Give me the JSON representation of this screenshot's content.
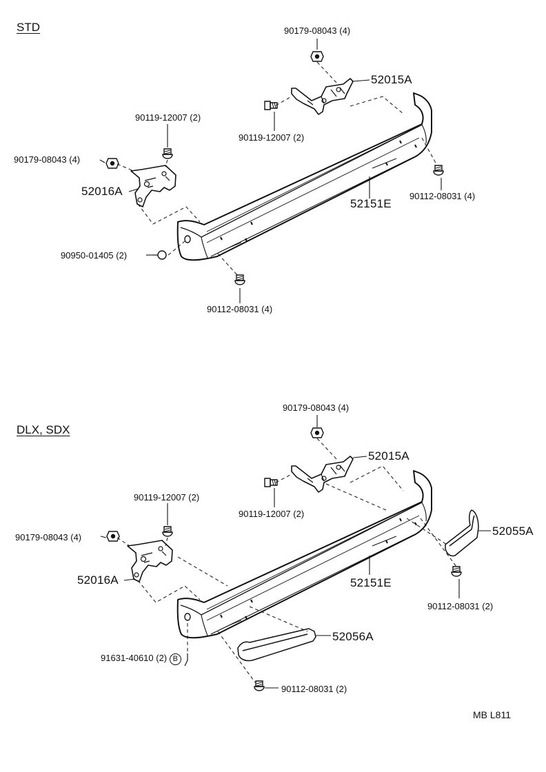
{
  "sections": [
    {
      "title": "STD",
      "labels": {
        "nut_top": "90179-08043 (4)",
        "bracket_right": "52015A",
        "bolt_right": "90119-12007 (2)",
        "bolt_left_top": "90119-12007 (2)",
        "nut_left": "90179-08043 (4)",
        "bracket_left": "52016A",
        "bumper": "52151E",
        "bolt_right_end": "90112-08031 (4)",
        "clip": "90950-01405 (2)",
        "bolt_bottom": "90112-08031 (4)"
      }
    },
    {
      "title": "DLX, SDX",
      "labels": {
        "nut_top": "90179-08043 (4)",
        "bracket_right": "52015A",
        "bolt_right": "90119-12007 (2)",
        "bolt_left_top": "90119-12007 (2)",
        "nut_left": "90179-08043 (4)",
        "bracket_left": "52016A",
        "bumper": "52151E",
        "pad_right": "52055A",
        "bolt_right_end": "90112-08031 (2)",
        "pad_left": "52056A",
        "clip": "91631-40610 (2)",
        "clip_ref": "B",
        "bolt_bottom": "90112-08031 (2)"
      }
    }
  ],
  "footer": {
    "code": "MB  L811"
  }
}
